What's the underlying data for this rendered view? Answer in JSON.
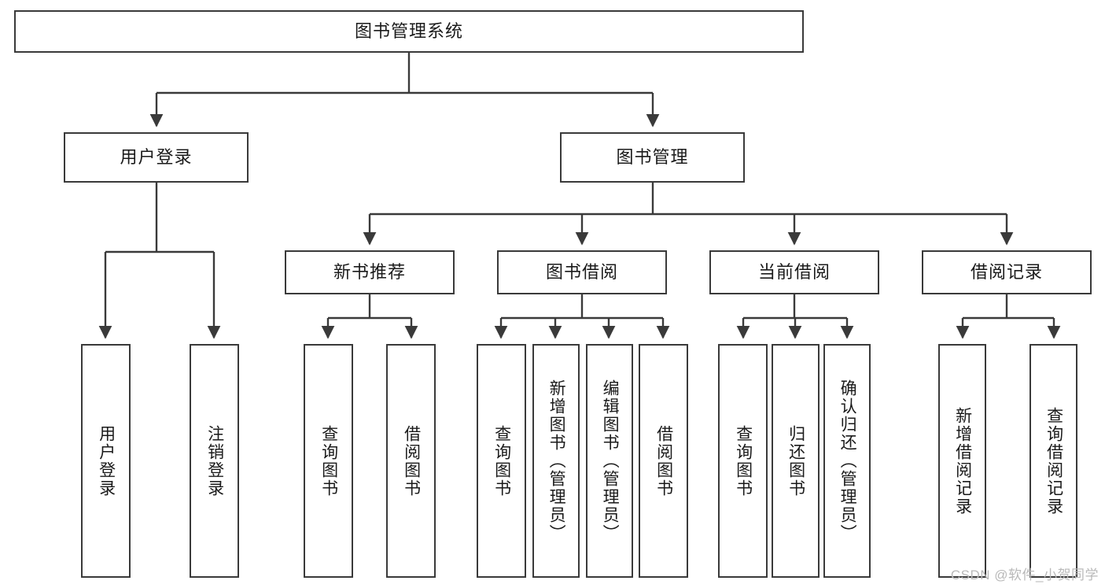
{
  "diagram": {
    "type": "tree",
    "title": "图书管理系统",
    "orientation": "top-down",
    "style": {
      "box_border_color": "#3a3a3a",
      "box_fill_color": "#ffffff",
      "edge_color": "#3a3a3a",
      "text_color": "#1a1a1a",
      "background": "#ffffff"
    },
    "nodes": {
      "root": {
        "label": "图书管理系统",
        "level": 1
      },
      "l2": [
        {
          "id": "user_login",
          "label": "用户登录",
          "level": 2
        },
        {
          "id": "book_manage",
          "label": "图书管理",
          "level": 2
        }
      ],
      "l3": [
        {
          "id": "new_book_rec",
          "label": "新书推荐",
          "level": 3,
          "parent": "book_manage"
        },
        {
          "id": "book_borrow",
          "label": "图书借阅",
          "level": 3,
          "parent": "book_manage"
        },
        {
          "id": "current_borrow",
          "label": "当前借阅",
          "level": 3,
          "parent": "book_manage"
        },
        {
          "id": "borrow_record",
          "label": "借阅记录",
          "level": 3,
          "parent": "book_manage"
        }
      ],
      "leaves": [
        {
          "id": "leaf_user_login",
          "label": "用户登录",
          "parent": "user_login"
        },
        {
          "id": "leaf_user_logout",
          "label": "注销登录",
          "parent": "user_login"
        },
        {
          "id": "leaf_query_book_1",
          "label": "查询图书",
          "parent": "new_book_rec"
        },
        {
          "id": "leaf_borrow_book_1",
          "label": "借阅图书",
          "parent": "new_book_rec"
        },
        {
          "id": "leaf_query_book_2",
          "label": "查询图书",
          "parent": "book_borrow"
        },
        {
          "id": "leaf_add_book",
          "label": "新增图书（管理员）",
          "parent": "book_borrow"
        },
        {
          "id": "leaf_edit_book",
          "label": "编辑图书（管理员）",
          "parent": "book_borrow"
        },
        {
          "id": "leaf_borrow_book_2",
          "label": "借阅图书",
          "parent": "book_borrow"
        },
        {
          "id": "leaf_query_book_3",
          "label": "查询图书",
          "parent": "current_borrow"
        },
        {
          "id": "leaf_return_book",
          "label": "归还图书",
          "parent": "current_borrow"
        },
        {
          "id": "leaf_confirm_return",
          "label": "确认归还（管理员）",
          "parent": "current_borrow"
        },
        {
          "id": "leaf_add_record",
          "label": "新增借阅记录",
          "parent": "borrow_record"
        },
        {
          "id": "leaf_query_record",
          "label": "查询借阅记录",
          "parent": "borrow_record"
        }
      ]
    }
  },
  "watermark": {
    "text": "CSDN @软件_小贺同学"
  }
}
